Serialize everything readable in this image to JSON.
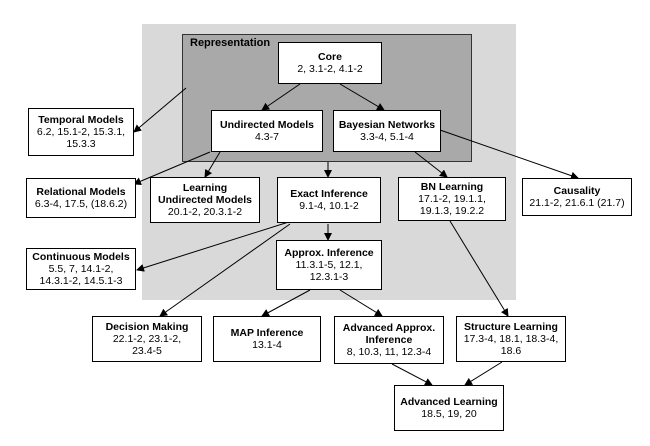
{
  "regions": {
    "representation_label": "Representation"
  },
  "nodes": {
    "core": {
      "title": "Core",
      "sub": "2, 3.1-2, 4.1-2"
    },
    "temporal": {
      "title": "Temporal Models",
      "sub": "6.2, 15.1-2, 15.3.1,\n15.3.3"
    },
    "undirected": {
      "title": "Undirected Models",
      "sub": "4.3-7"
    },
    "bayesian": {
      "title": "Bayesian Networks",
      "sub": "3.3-4, 5.1-4"
    },
    "relational": {
      "title": "Relational Models",
      "sub": "6.3-4, 17.5, (18.6.2)"
    },
    "learning_undirected": {
      "title": "Learning\nUndirected Models",
      "sub": "20.1-2, 20.3.1-2"
    },
    "exact": {
      "title": "Exact Inference",
      "sub": "9.1-4, 10.1-2"
    },
    "bn_learning": {
      "title": "BN Learning",
      "sub": "17.1-2, 19.1.1,\n19.1.3, 19.2.2"
    },
    "causality": {
      "title": "Causality",
      "sub": "21.1-2, 21.6.1 (21.7)"
    },
    "continuous": {
      "title": "Continuous Models",
      "sub": "5.5, 7, 14.1-2,\n14.3.1-2, 14.5.1-3"
    },
    "approx": {
      "title": "Approx. Inference",
      "sub": "11.3.1-5, 12.1,\n12.3.1-3"
    },
    "decision": {
      "title": "Decision Making",
      "sub": "22.1-2, 23.1-2,\n23.4-5"
    },
    "map": {
      "title": "MAP Inference",
      "sub": "13.1-4"
    },
    "adv_approx": {
      "title": "Advanced Approx.\nInference",
      "sub": "8, 10.3, 11, 12.3-4"
    },
    "structure": {
      "title": "Structure Learning",
      "sub": "17.3-4, 18.1, 18.3-4,\n18.6"
    },
    "adv_learning": {
      "title": "Advanced Learning",
      "sub": "18.5, 19, 20"
    }
  },
  "colors": {
    "outer_region": "#d9d9d9",
    "inner_region": "#a9a9a9",
    "node_fill": "#ffffff",
    "stroke": "#000000"
  }
}
